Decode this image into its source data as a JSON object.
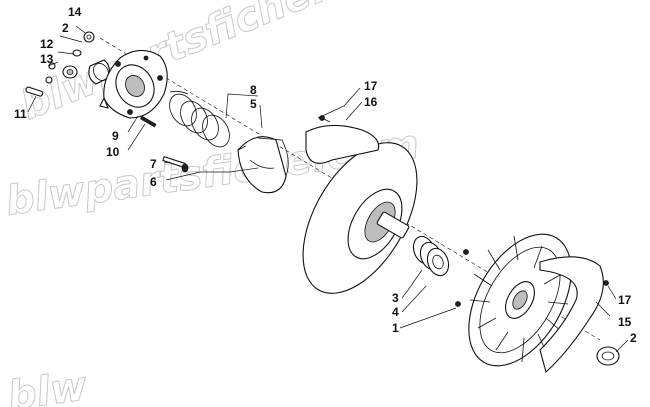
{
  "watermark": {
    "text": "blwpartsfiche.com",
    "repeats": [
      "blwpartsfiche.com",
      "blwpartsfiche.com",
      "blw"
    ]
  },
  "callouts": [
    {
      "id": "c14",
      "label": "14"
    },
    {
      "id": "c2a",
      "label": "2"
    },
    {
      "id": "c12",
      "label": "12"
    },
    {
      "id": "c13",
      "label": "13"
    },
    {
      "id": "c11",
      "label": "11"
    },
    {
      "id": "c9",
      "label": "9"
    },
    {
      "id": "c10",
      "label": "10"
    },
    {
      "id": "c8",
      "label": "8"
    },
    {
      "id": "c5",
      "label": "5"
    },
    {
      "id": "c7",
      "label": "7"
    },
    {
      "id": "c6",
      "label": "6"
    },
    {
      "id": "c17a",
      "label": "17"
    },
    {
      "id": "c16",
      "label": "16"
    },
    {
      "id": "c3",
      "label": "3"
    },
    {
      "id": "c4",
      "label": "4"
    },
    {
      "id": "c1",
      "label": "1"
    },
    {
      "id": "c17b",
      "label": "17"
    },
    {
      "id": "c15",
      "label": "15"
    },
    {
      "id": "c2b",
      "label": "2"
    }
  ]
}
